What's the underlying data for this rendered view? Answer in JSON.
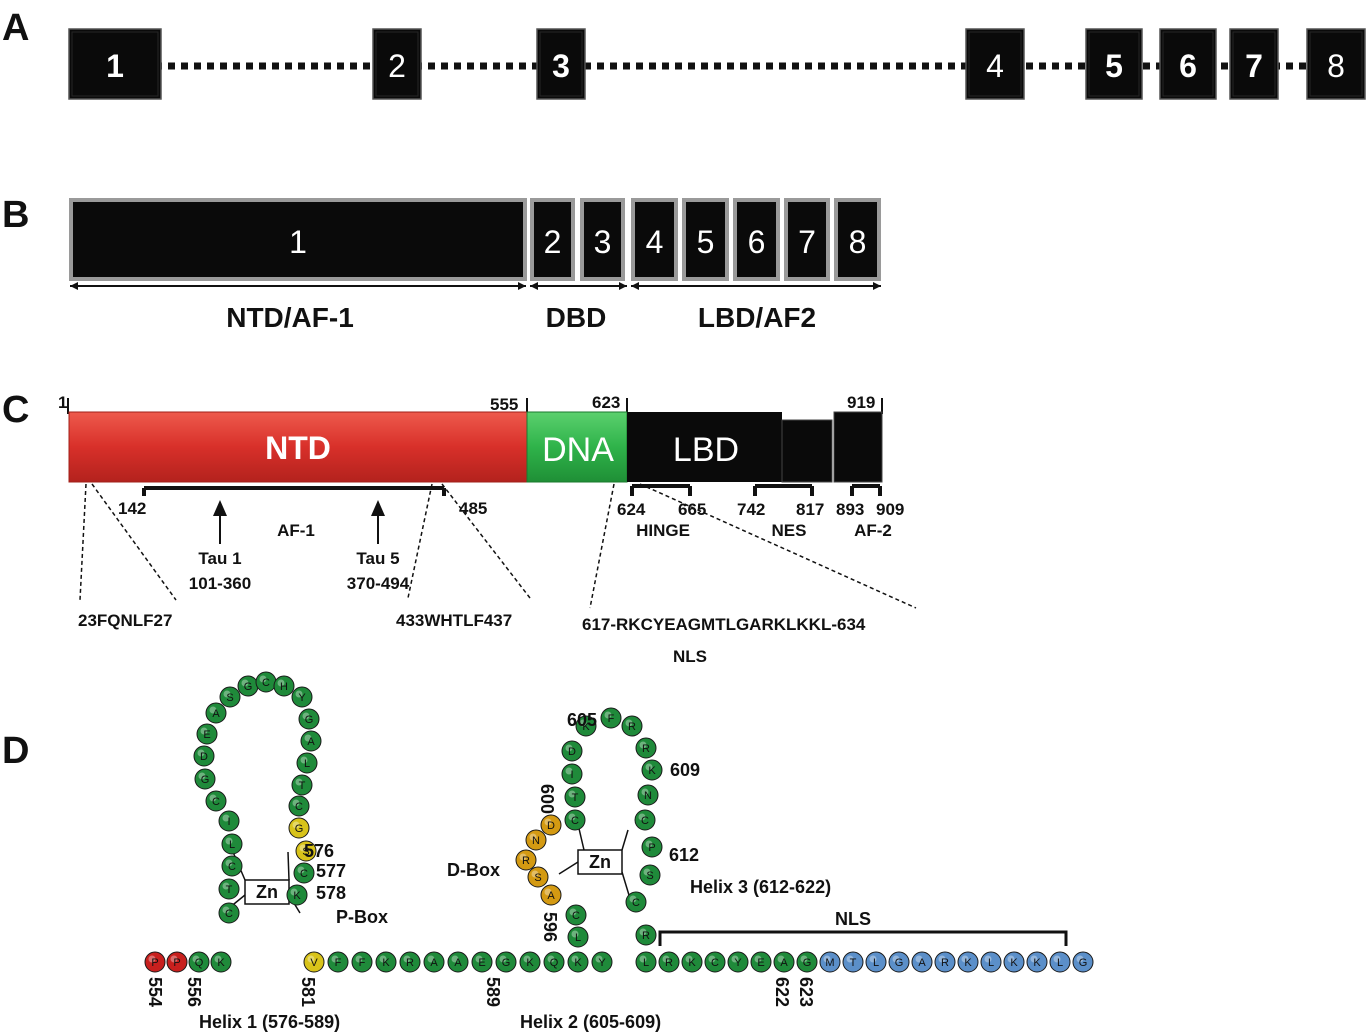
{
  "panels": {
    "a": "A",
    "b": "B",
    "c": "C",
    "d": "D"
  },
  "panel_a": {
    "exons": [
      {
        "label": "1",
        "bold": true
      },
      {
        "label": "2",
        "bold": false
      },
      {
        "label": "3",
        "bold": true
      },
      {
        "label": "4",
        "bold": false
      },
      {
        "label": "5",
        "bold": true
      },
      {
        "label": "6",
        "bold": true
      },
      {
        "label": "7",
        "bold": true
      },
      {
        "label": "8",
        "bold": false
      }
    ]
  },
  "panel_b": {
    "exons": [
      "1",
      "2",
      "3",
      "4",
      "5",
      "6",
      "7",
      "8"
    ],
    "domains": [
      "NTD/AF-1",
      "DBD",
      "LBD/AF2"
    ]
  },
  "panel_c": {
    "positions": {
      "start": "1",
      "ntd_end": "555",
      "dna_end": "623",
      "end": "919"
    },
    "ntd_label": "NTD",
    "dna_label": "DNA",
    "lbd_label": "LBD",
    "af1": {
      "start": "142",
      "end": "485",
      "label": "AF-1"
    },
    "tau1": {
      "name": "Tau 1",
      "range": "101-360"
    },
    "tau5": {
      "name": "Tau 5",
      "range": "370-494"
    },
    "motif1": "23FQNLF27",
    "motif2": "433WHTLF437",
    "hinge": {
      "start": "624",
      "end": "665",
      "label": "HINGE"
    },
    "nes": {
      "start": "742",
      "end": "817",
      "label": "NES"
    },
    "af2": {
      "start": "893",
      "end": "909",
      "label": "AF-2"
    },
    "nls_seq": "617-RKCYEAGMTLGARKLKKL-634",
    "nls_label": "NLS"
  },
  "panel_d": {
    "zn": "Zn",
    "p_box": "P-Box",
    "d_box": "D-Box",
    "nls": "NLS",
    "helix1": "Helix 1 (576-589)",
    "helix2": "Helix 2 (605-609)",
    "helix3": "Helix 3 (612-622)",
    "pos_554": "554",
    "pos_556": "556",
    "pos_581": "581",
    "pos_589": "589",
    "pos_596": "596",
    "pos_600": "600",
    "pos_605": "605",
    "pos_609": "609",
    "pos_612": "612",
    "pos_576": "576",
    "pos_577": "577",
    "pos_578": "578",
    "pos_622": "622",
    "pos_623": "623",
    "loop1": [
      "C",
      "T",
      "C",
      "L",
      "I",
      "C",
      "G",
      "D",
      "E",
      "A",
      "S",
      "G",
      "C",
      "H",
      "Y",
      "G",
      "A",
      "L",
      "T",
      "C",
      "G",
      "S",
      "C",
      "K"
    ],
    "loop1_colors": [
      "green",
      "green",
      "green",
      "green",
      "green",
      "green",
      "green",
      "green",
      "green",
      "green",
      "green",
      "green",
      "green",
      "green",
      "green",
      "green",
      "green",
      "green",
      "green",
      "green",
      "yellow",
      "yellow",
      "green",
      "green"
    ],
    "linker": [
      "P",
      "P",
      "Q",
      "K",
      "V",
      "F",
      "F",
      "K",
      "R",
      "A",
      "A",
      "E",
      "G",
      "K",
      "Q",
      "K",
      "Y"
    ],
    "linker_colors": [
      "red",
      "red",
      "green",
      "green",
      "yellow",
      "green",
      "green",
      "green",
      "green",
      "green",
      "green",
      "green",
      "green",
      "green",
      "green",
      "green",
      "green"
    ],
    "loop2": [
      "L",
      "C",
      "A",
      "S",
      "R",
      "N",
      "D",
      "C",
      "T",
      "I",
      "D",
      "K",
      "F",
      "R",
      "R",
      "K",
      "N",
      "C",
      "P",
      "S",
      "C",
      "R"
    ],
    "loop2_colors": [
      "green",
      "green",
      "orange",
      "orange",
      "orange",
      "orange",
      "orange",
      "green",
      "green",
      "green",
      "green",
      "green",
      "green",
      "green",
      "green",
      "green",
      "green",
      "green",
      "green",
      "green",
      "green",
      "green"
    ],
    "tail": [
      "L",
      "R",
      "K",
      "C",
      "Y",
      "E",
      "A",
      "G",
      "M",
      "T",
      "L",
      "G",
      "A",
      "R",
      "K",
      "L",
      "K",
      "K",
      "L",
      "G"
    ],
    "tail_colors": [
      "green",
      "green",
      "green",
      "green",
      "green",
      "green",
      "green",
      "green",
      "blue",
      "blue",
      "blue",
      "blue",
      "blue",
      "blue",
      "blue",
      "blue",
      "blue",
      "blue",
      "blue",
      "blue"
    ],
    "colors": {
      "green": "#1f8a3a",
      "yellow": "#d8c31a",
      "orange": "#d49a12",
      "red": "#c8201e",
      "blue": "#5b8fc9"
    }
  },
  "colors": {
    "ntd": "#d8302a",
    "dna": "#2fb34a",
    "lbd": "#0a0a0a"
  }
}
